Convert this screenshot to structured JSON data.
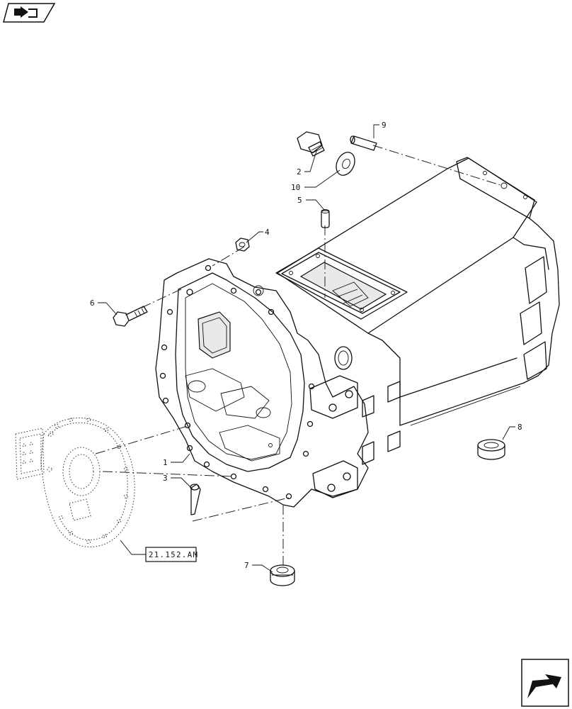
{
  "callouts": {
    "c1": "1",
    "c2": "2",
    "c3": "3",
    "c4": "4",
    "c5": "5",
    "c6": "6",
    "c7": "7",
    "c8": "8",
    "c9": "9",
    "c10": "10"
  },
  "reference_box": "21.152.AM",
  "icons": {
    "top_left": "book-arrow-icon",
    "bottom_right": "next-page-arrow-icon"
  }
}
